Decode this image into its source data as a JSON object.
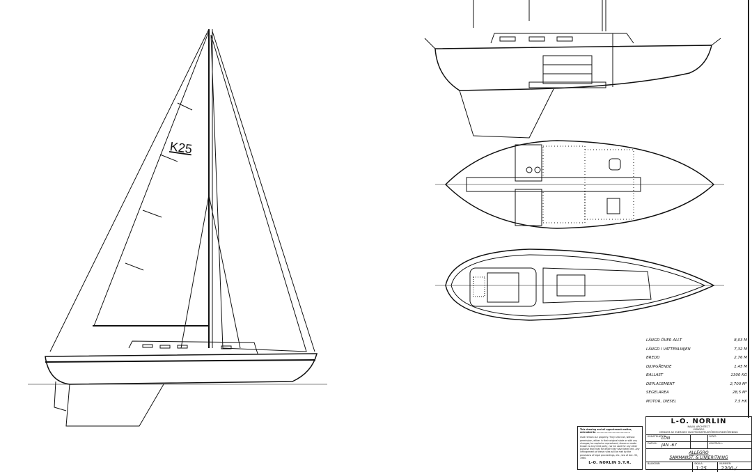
{
  "sail_number": "K25",
  "specs": [
    {
      "label": "Längd över allt",
      "value": "8,03 m"
    },
    {
      "label": "Längd i vattenlinjen",
      "value": "7,32 m"
    },
    {
      "label": "Bredd",
      "value": "2,76 m"
    },
    {
      "label": "Djupgående",
      "value": "1,45 m"
    },
    {
      "label": "Ballast",
      "value": "1300 kg"
    },
    {
      "label": "Deplacement",
      "value": "2,700 m³"
    },
    {
      "label": "Segelarea",
      "value": "28,5 m²"
    },
    {
      "label": "Motor, diesel",
      "value": "7,5 hk"
    }
  ],
  "notice": {
    "heading": "This drawing and all appurtenant matter, entrusted to ........................................",
    "body": "shall remain our property. They shall not, without permission, either in their original state or with any changes, be copied or reproduced, shown or made known to any third party, nor be used for any other purpose than that for which they have been lent. Any infringement of these rules will be met by the provisions of legal proceedings, etc., law of dec. 30, 1960.",
    "firm": "L-O. NORLIN S.Y.R."
  },
  "title_block": {
    "firm": "L-O. NORLIN",
    "role": "NAVAL ARCHITECT",
    "town": "VISBORG",
    "membership": "MEDLEM AV SVERIGES YACHTKONSTRUKTÖRERS RIKSFÖRENING",
    "konstruktor_label": "KONSTRUKTÖR:",
    "konstruktor_value": "LON",
    "ritat_label": "RITAT:",
    "datum_label": "DATUM:",
    "datum_value": "JAN -67",
    "kontroll_label": "KONTROLL:",
    "project": "ALLEGRO",
    "drawing_title": "SAMMANST. & LINJERITNING",
    "baukonr_label": "BAUKONR:",
    "skala_label": "SKALA:",
    "skala_value": "1:25",
    "nummer_label": "NUMMER:",
    "nummer_value": "2300-/"
  }
}
